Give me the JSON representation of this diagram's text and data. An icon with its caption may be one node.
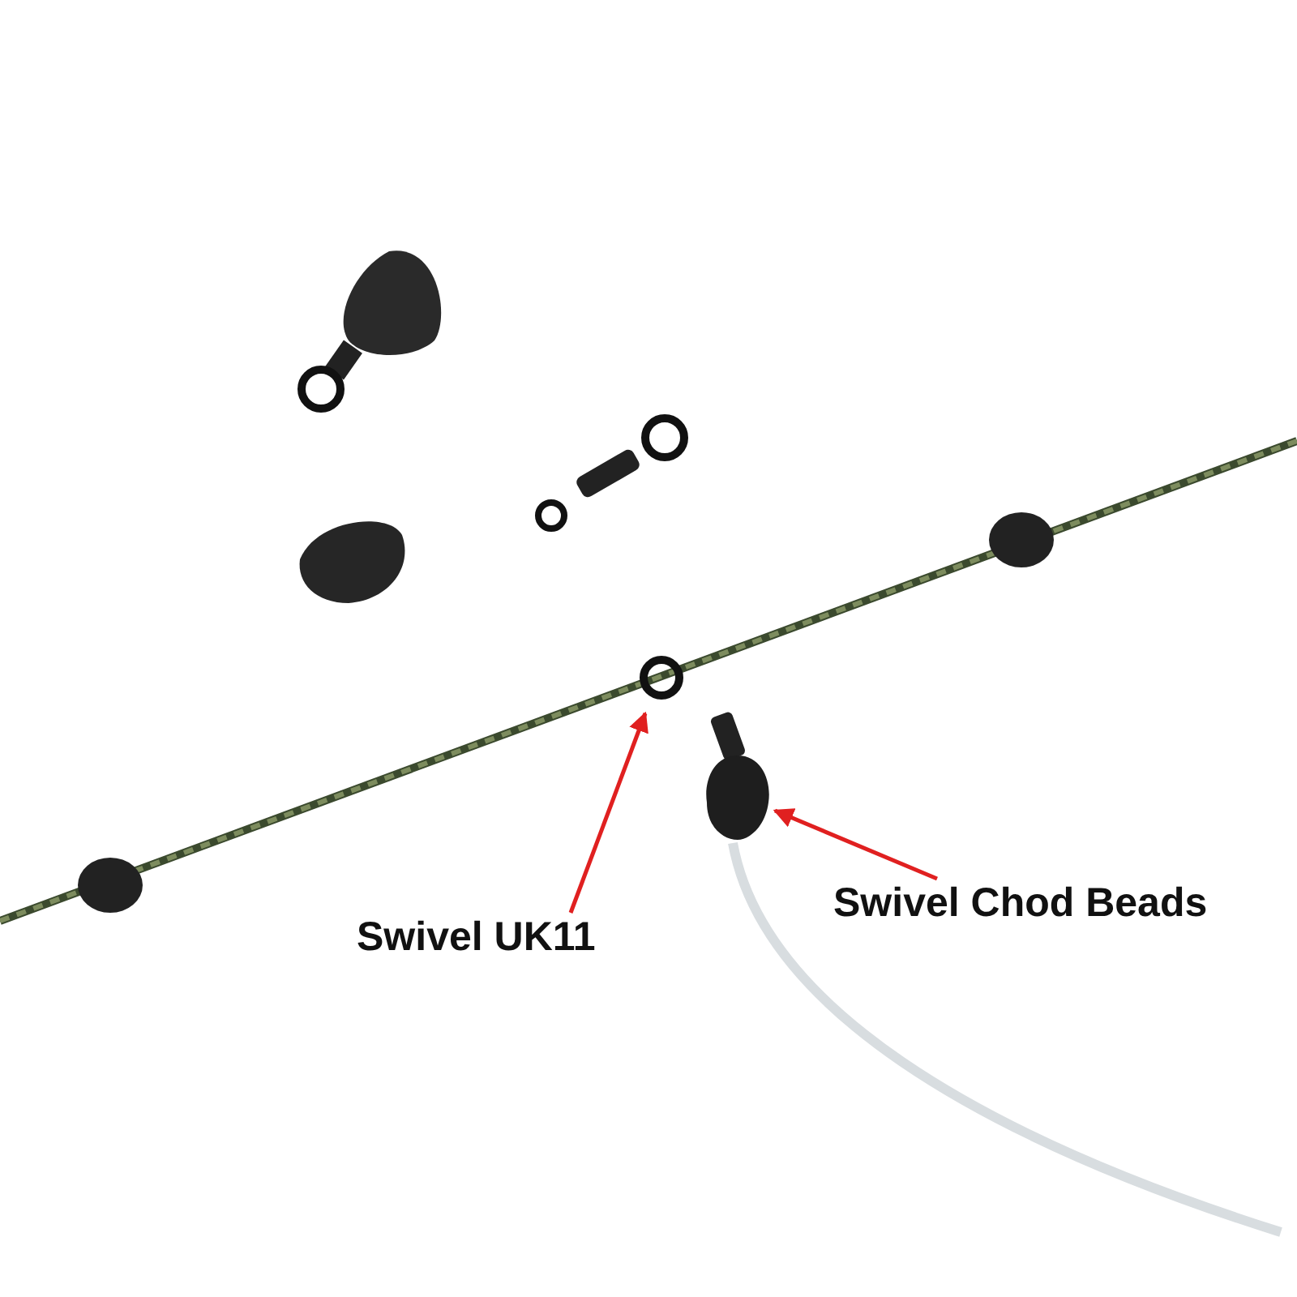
{
  "diagram": {
    "nodes": [
      {
        "text": [
          "Swivel UK11"
        ]
      },
      {
        "text": [],
        "shape": "circle"
      },
      {
        "text": [
          "Swivel Chod Beads"
        ]
      },
      {
        "text": [],
        "shape": "circle"
      }
    ],
    "edges": [
      {
        "from": 0,
        "to": 1,
        "arrow": "to",
        "color": "#e02020"
      },
      {
        "from": 2,
        "to": 3,
        "arrow": "to",
        "color": "#e02020"
      }
    ]
  }
}
